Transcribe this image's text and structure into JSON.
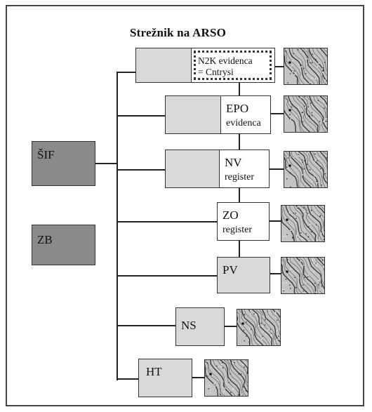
{
  "title": "Strežnik na ARSO",
  "nodes": {
    "sif": "ŠIF",
    "zb": "ZB",
    "n2k_line1": "N2K evidenca",
    "n2k_line2": "= Cntrysi",
    "epo_line1": "EPO",
    "epo_line2": "evidenca",
    "nv_line1": "NV",
    "nv_line2": "register",
    "zo_line1": "ZO",
    "zo_line2": "register",
    "pv": "PV",
    "ns": "NS",
    "ht": "HT"
  },
  "thumbnail_icon": "map-texture-thumbnail"
}
